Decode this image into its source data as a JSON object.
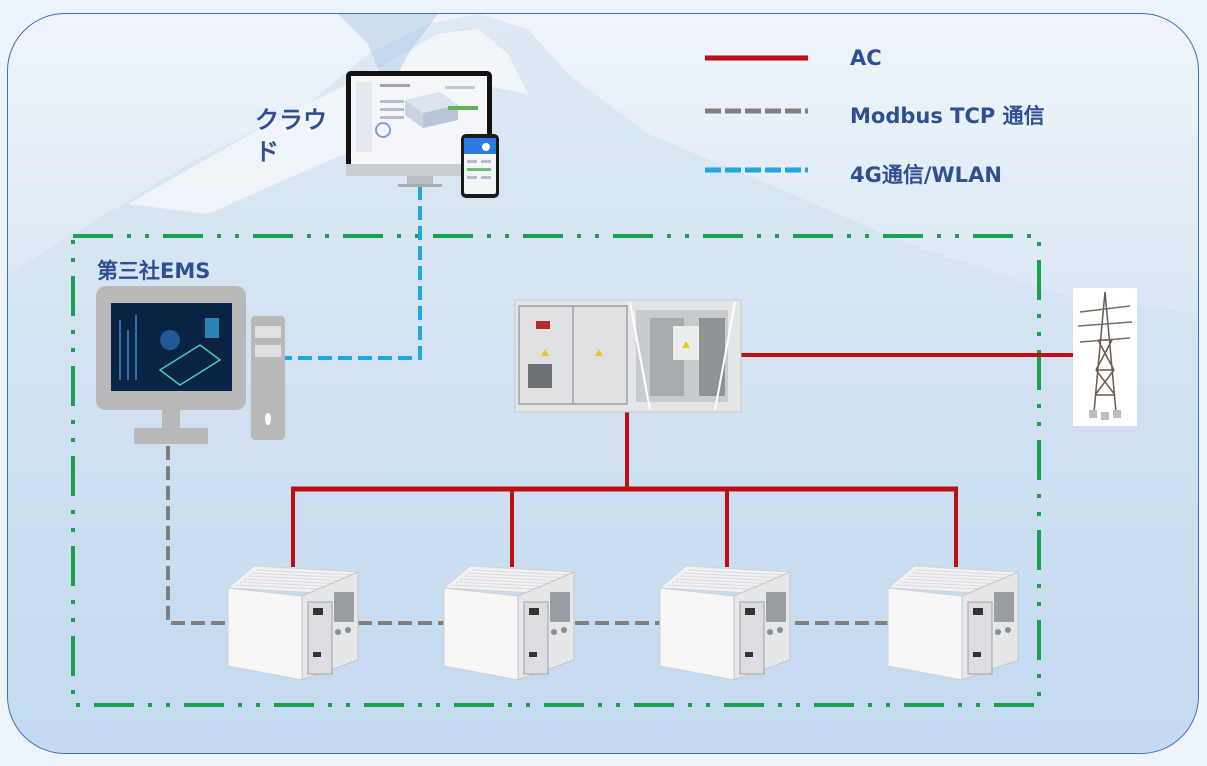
{
  "diagram": {
    "title": "",
    "legend": [
      {
        "label": "AC",
        "style": "solid",
        "color": "#c00d10"
      },
      {
        "label": "Modbus TCP 通信",
        "style": "dashed",
        "color": "#808080"
      },
      {
        "label": "4G通信/WLAN",
        "style": "dashed",
        "color": "#1ea7e1"
      }
    ],
    "nodes": {
      "cloud": {
        "label": "クラウド",
        "type": "cloud-platform"
      },
      "ems": {
        "label": "第三社EMS",
        "type": "third-party-ems"
      },
      "transformer": {
        "label": "",
        "type": "pcs-transformer-skid"
      },
      "grid": {
        "label": "",
        "type": "power-grid-tower"
      },
      "batteries": [
        {
          "id": "battery-1",
          "type": "battery-container"
        },
        {
          "id": "battery-2",
          "type": "battery-container"
        },
        {
          "id": "battery-3",
          "type": "battery-container"
        },
        {
          "id": "battery-4",
          "type": "battery-container"
        }
      ]
    },
    "connections": [
      {
        "from": "cloud",
        "to": "ems",
        "type": "4G通信/WLAN"
      },
      {
        "from": "transformer",
        "to": "grid",
        "type": "AC"
      },
      {
        "from": "transformer",
        "to": "battery-1",
        "type": "AC"
      },
      {
        "from": "transformer",
        "to": "battery-2",
        "type": "AC"
      },
      {
        "from": "transformer",
        "to": "battery-3",
        "type": "AC"
      },
      {
        "from": "transformer",
        "to": "battery-4",
        "type": "AC"
      },
      {
        "from": "ems",
        "to": "battery-1",
        "type": "Modbus TCP 通信"
      },
      {
        "from": "battery-1",
        "to": "battery-2",
        "type": "Modbus TCP 通信"
      },
      {
        "from": "battery-2",
        "to": "battery-3",
        "type": "Modbus TCP 通信"
      },
      {
        "from": "battery-3",
        "to": "battery-4",
        "type": "Modbus TCP 通信"
      }
    ],
    "boundary": {
      "style": "dash-dot-dot",
      "color": "#1aa150"
    },
    "colors": {
      "label_text": "#2f4f93",
      "panel_border": "#3e6fb5",
      "ac": "#c00d10",
      "modbus": "#808080",
      "wlan": "#1ea7e1",
      "boundary": "#1aa150"
    }
  }
}
